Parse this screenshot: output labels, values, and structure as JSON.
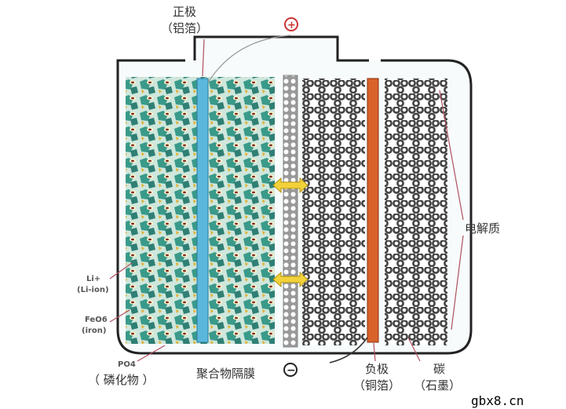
{
  "labels": {
    "cathode": "正极",
    "cathode_sub": "（铝箔）",
    "electrolyte": "电解质",
    "li_ion": "Li+",
    "li_ion_sub": "(Li-ion)",
    "iron": "FeO6",
    "iron_sub": "(iron)",
    "phosphate": "PO4",
    "phosphate_sub": "（ 磷化物 ）",
    "separator": "聚合物隔膜",
    "anode": "负极",
    "anode_sub": "（铜箔）",
    "carbon": "碳",
    "carbon_sub": "（石墨）",
    "plus": "+",
    "minus": "−"
  },
  "watermark": "gbx8.cn",
  "colors": {
    "cathode_collector": "#5bb8dc",
    "anode_collector": "#d8622a",
    "cathode_material": "#3a9a8a",
    "graphite": "#555555",
    "arrow": "#f2d23a",
    "outline": "#222222"
  }
}
